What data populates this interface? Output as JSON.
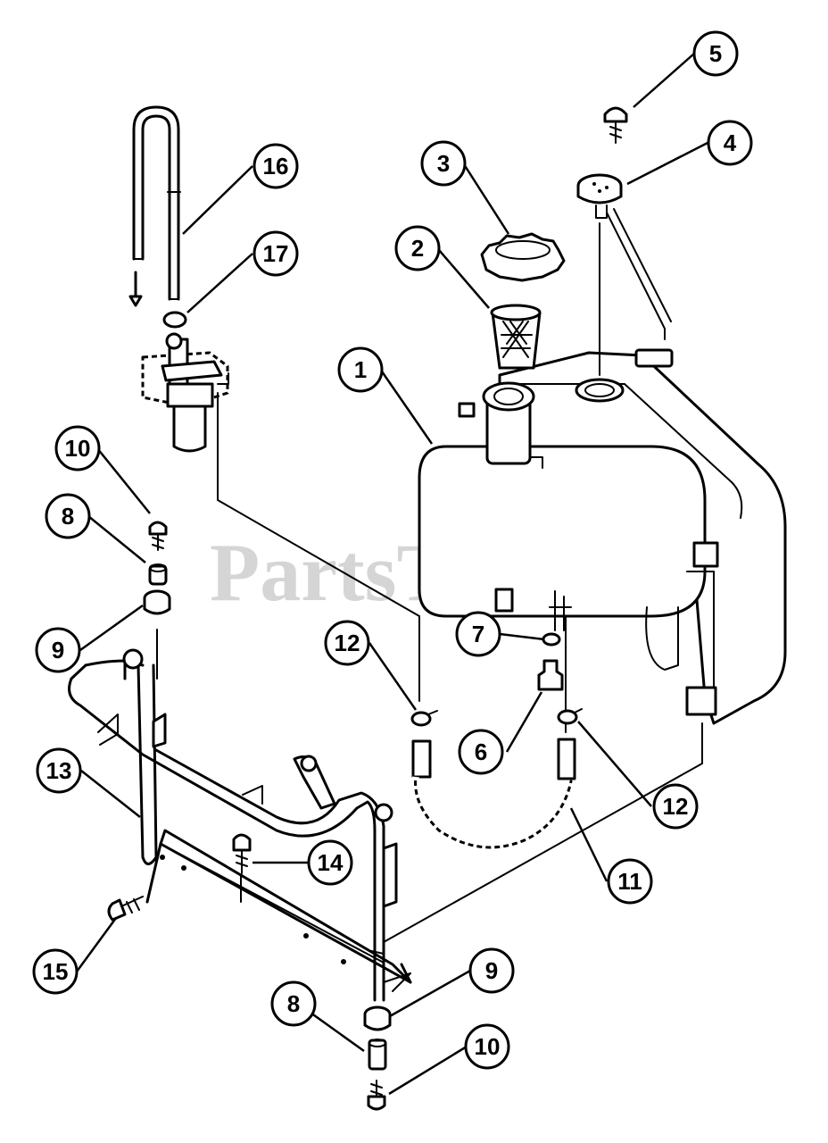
{
  "watermark": "PartsTree",
  "callouts": [
    {
      "label": "1"
    },
    {
      "label": "2"
    },
    {
      "label": "3"
    },
    {
      "label": "4"
    },
    {
      "label": "5"
    },
    {
      "label": "6"
    },
    {
      "label": "7"
    },
    {
      "label": "8"
    },
    {
      "label": "8"
    },
    {
      "label": "9"
    },
    {
      "label": "9"
    },
    {
      "label": "10"
    },
    {
      "label": "10"
    },
    {
      "label": "11"
    },
    {
      "label": "12"
    },
    {
      "label": "12"
    },
    {
      "label": "13"
    },
    {
      "label": "14"
    },
    {
      "label": "15"
    },
    {
      "label": "16"
    },
    {
      "label": "17"
    }
  ]
}
